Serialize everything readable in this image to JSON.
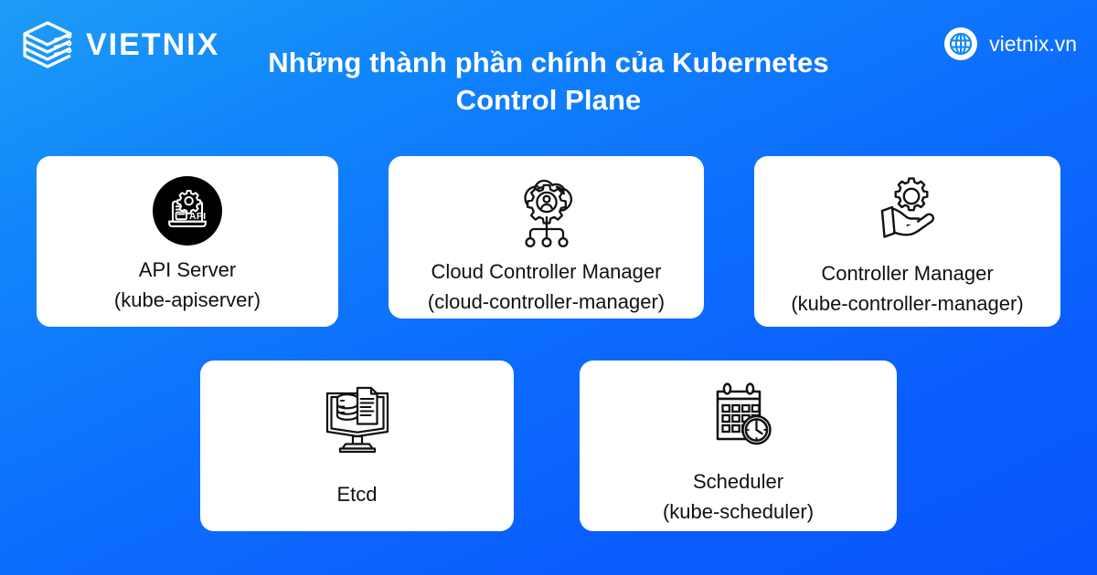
{
  "brand": {
    "logo_icon": "stacked-layers-icon",
    "name": "VIETNIX",
    "site_icon": "globe-icon",
    "site_url": "vietnix.vn"
  },
  "header": {
    "title": "Những thành phần chính của Kubernetes Control Plane"
  },
  "colors": {
    "background_top": "#1e9cf7",
    "background_bottom": "#0a55fc",
    "card_background": "#ffffff",
    "card_text": "#111111",
    "title_text": "#ffffff",
    "icon_stroke": "#111111",
    "api_icon_circle": "#000000"
  },
  "cards": [
    {
      "id": "api-server",
      "icon": "laptop-gear-api-icon",
      "label": "API Server\n(kube-apiserver)",
      "name": "API Server",
      "component": "(kube-apiserver)"
    },
    {
      "id": "cloud-controller-manager",
      "icon": "cloud-gear-user-nodes-icon",
      "label": "Cloud Controller Manager\n(cloud-controller-manager)",
      "name": "Cloud Controller Manager",
      "component": "(cloud-controller-manager)"
    },
    {
      "id": "controller-manager",
      "icon": "hand-holding-gear-icon",
      "label": "Controller Manager\n(kube-controller-manager)",
      "name": "Controller Manager",
      "component": "(kube-controller-manager)"
    },
    {
      "id": "etcd",
      "icon": "monitor-database-document-icon",
      "label": "Etcd",
      "name": "Etcd",
      "component": ""
    },
    {
      "id": "scheduler",
      "icon": "calendar-clock-icon",
      "label": "Scheduler\n(kube-scheduler)",
      "name": "Scheduler",
      "component": "(kube-scheduler)"
    }
  ]
}
